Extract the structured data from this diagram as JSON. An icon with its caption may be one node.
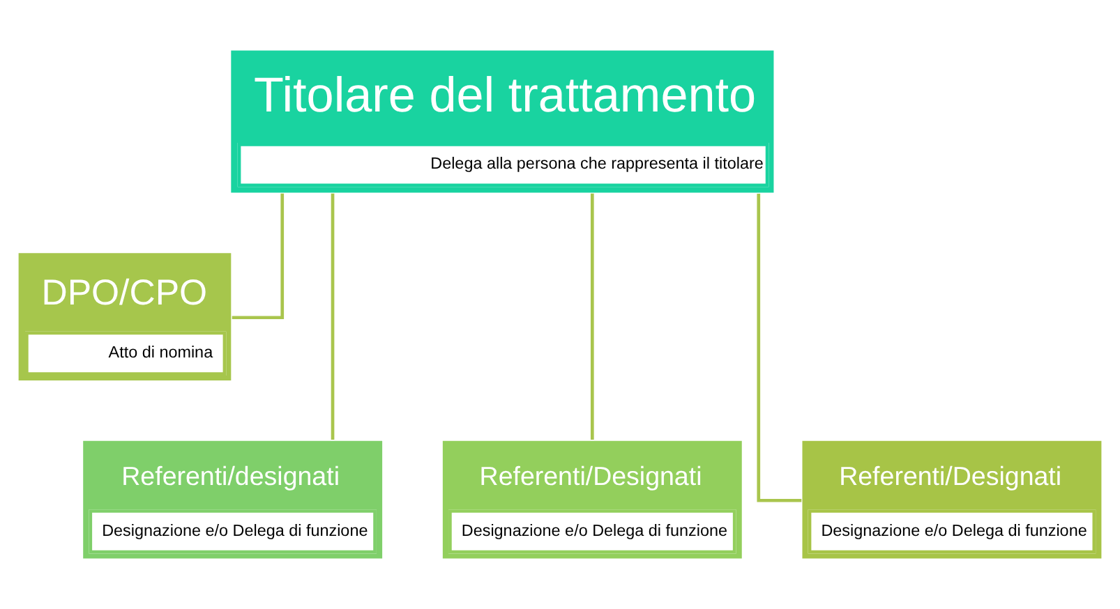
{
  "diagram": {
    "nodes": [
      {
        "text": [
          "Titolare del trattamento",
          "Delega alla persona che rappresenta il titolare"
        ]
      },
      {
        "text": [
          "DPO/CPO",
          "Atto di nomina"
        ]
      },
      {
        "text": [
          "Referenti/designati",
          "Designazione e/o Delega di funzione"
        ]
      },
      {
        "text": [
          "Referenti/Designati",
          "Designazione e/o Delega di funzione"
        ]
      },
      {
        "text": [
          "Referenti/Designati",
          "Designazione e/o Delega di funzione"
        ]
      }
    ],
    "edges": [
      {
        "from": 0,
        "to": 1,
        "arrow": "none"
      },
      {
        "from": 0,
        "to": 2,
        "arrow": "none"
      },
      {
        "from": 0,
        "to": 3,
        "arrow": "none"
      },
      {
        "from": 0,
        "to": 4,
        "arrow": "none"
      }
    ]
  }
}
